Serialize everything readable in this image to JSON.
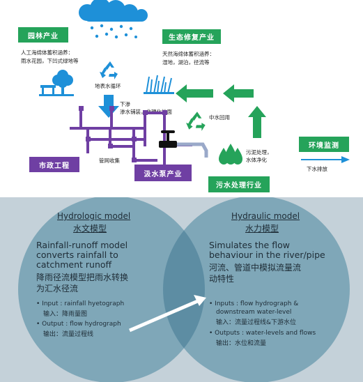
{
  "top": {
    "tags": {
      "garden": "园林产业",
      "eco": "生态修复产业",
      "municipal": "市政工程",
      "pump": "汲水泵产业",
      "sewage": "污水处理行业",
      "monitor": "环境监测"
    },
    "texts": {
      "left_desc_1": "人工海绵体蓄积涵养：",
      "left_desc_2": "雨水花园，下凹式绿地等",
      "right_desc_1": "天然海绵体蓄积涵养：",
      "right_desc_2": "湿地，湖泊，径流等",
      "surface_cycle": "地表水循环",
      "infiltrate_1": "下渗",
      "infiltrate_2": "渗水铺装，非硬化地面",
      "reuse": "中水回用",
      "pipe_collect": "管网收集",
      "sludge_1": "污泥处理，",
      "sludge_2": "水体净化",
      "discharge": "下水排放"
    },
    "colors": {
      "green": "#25a35a",
      "purple": "#6f3fa3",
      "blue": "#1e90d8"
    }
  },
  "bottom": {
    "left": {
      "title_en": "Hydrologic model",
      "title_zh": "水文模型",
      "desc_en_1": "Rainfall-runoff model",
      "desc_en_2": "converts rainfall to",
      "desc_en_3": "catchment runoff",
      "desc_zh_1": "降雨径流模型把雨水转换",
      "desc_zh_2": "为汇水径流",
      "input_en": "Input : rainfall hyetograph",
      "input_zh": "输入：降雨量图",
      "output_en": "Output : flow hydrograph",
      "output_zh": "输出：流量过程线"
    },
    "right": {
      "title_en": "Hydraulic model",
      "title_zh": "水力模型",
      "desc_en_1": "Simulates the flow",
      "desc_en_2": "behaviour in the river/pipe",
      "desc_zh_1": "河流、管道中模拟流量流",
      "desc_zh_2": "动特性",
      "inputs_en_1": "Inputs : flow hydrograph &",
      "inputs_en_2": "downstream water-level",
      "inputs_zh": "输入：流量过程线&下游水位",
      "outputs_en": "Outputs : water-levels and flows",
      "outputs_zh": "输出：水位和流量"
    },
    "colors": {
      "background": "#c4d1d9",
      "circle": "#7fa7b8",
      "overlap": "#5d8da3"
    }
  }
}
